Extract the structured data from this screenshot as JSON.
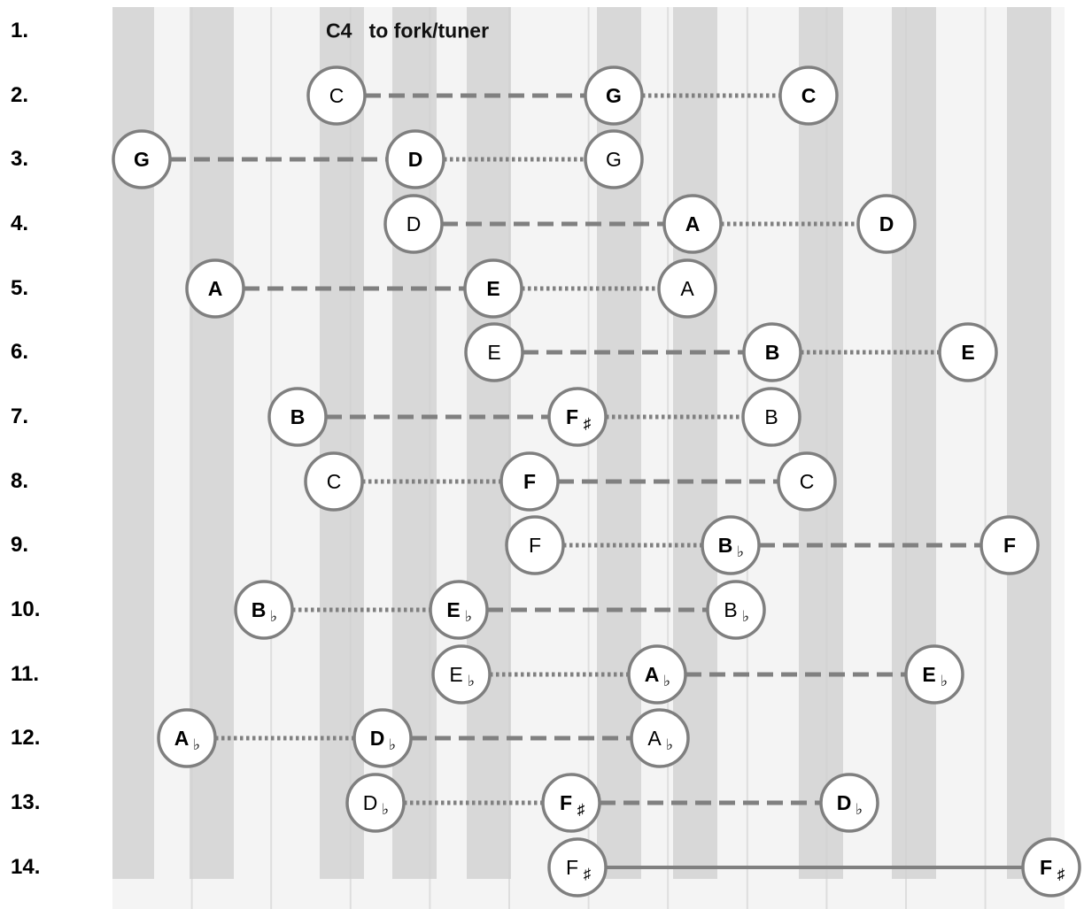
{
  "row_numbers": [
    "1.",
    "2.",
    "3.",
    "4.",
    "5.",
    "6.",
    "7.",
    "8.",
    "9.",
    "10.",
    "11.",
    "12.",
    "13.",
    "14."
  ],
  "header": {
    "note": "C4",
    "text": "to fork/tuner"
  },
  "colors": {
    "line": "#808080",
    "circle_stroke": "#7f7f7f",
    "circle_fill": "#ffffff",
    "text": "#000000",
    "white_keys": "#f4f4f4",
    "black_keys": "#cfcfcf"
  },
  "rows": [
    {
      "number": "2.",
      "notes": [
        {
          "name": "C",
          "accidental": "",
          "bold": false
        },
        {
          "name": "G",
          "accidental": "",
          "bold": true
        },
        {
          "name": "C",
          "accidental": "",
          "bold": true
        }
      ],
      "connectors": [
        "dashed",
        "dotted"
      ]
    },
    {
      "number": "3.",
      "notes": [
        {
          "name": "G",
          "accidental": "",
          "bold": true
        },
        {
          "name": "D",
          "accidental": "",
          "bold": true
        },
        {
          "name": "G",
          "accidental": "",
          "bold": false
        }
      ],
      "connectors": [
        "dashed",
        "dotted"
      ]
    },
    {
      "number": "4.",
      "notes": [
        {
          "name": "D",
          "accidental": "",
          "bold": false
        },
        {
          "name": "A",
          "accidental": "",
          "bold": true
        },
        {
          "name": "D",
          "accidental": "",
          "bold": true
        }
      ],
      "connectors": [
        "dashed",
        "dotted"
      ]
    },
    {
      "number": "5.",
      "notes": [
        {
          "name": "A",
          "accidental": "",
          "bold": true
        },
        {
          "name": "E",
          "accidental": "",
          "bold": true
        },
        {
          "name": "A",
          "accidental": "",
          "bold": false
        }
      ],
      "connectors": [
        "dashed",
        "dotted"
      ]
    },
    {
      "number": "6.",
      "notes": [
        {
          "name": "E",
          "accidental": "",
          "bold": false
        },
        {
          "name": "B",
          "accidental": "",
          "bold": true
        },
        {
          "name": "E",
          "accidental": "",
          "bold": true
        }
      ],
      "connectors": [
        "dashed",
        "dotted"
      ]
    },
    {
      "number": "7.",
      "notes": [
        {
          "name": "B",
          "accidental": "",
          "bold": true
        },
        {
          "name": "F",
          "accidental": "♯",
          "bold": true
        },
        {
          "name": "B",
          "accidental": "",
          "bold": false
        }
      ],
      "connectors": [
        "dashed",
        "dotted"
      ]
    },
    {
      "number": "8.",
      "notes": [
        {
          "name": "C",
          "accidental": "",
          "bold": false
        },
        {
          "name": "F",
          "accidental": "",
          "bold": true
        },
        {
          "name": "C",
          "accidental": "",
          "bold": false
        }
      ],
      "connectors": [
        "dotted",
        "dashed"
      ]
    },
    {
      "number": "9.",
      "notes": [
        {
          "name": "F",
          "accidental": "",
          "bold": false
        },
        {
          "name": "B",
          "accidental": "♭",
          "bold": true
        },
        {
          "name": "F",
          "accidental": "",
          "bold": true
        }
      ],
      "connectors": [
        "dotted",
        "dashed"
      ]
    },
    {
      "number": "10.",
      "notes": [
        {
          "name": "B",
          "accidental": "♭",
          "bold": true
        },
        {
          "name": "E",
          "accidental": "♭",
          "bold": true
        },
        {
          "name": "B",
          "accidental": "♭",
          "bold": false
        }
      ],
      "connectors": [
        "dotted",
        "dashed"
      ]
    },
    {
      "number": "11.",
      "notes": [
        {
          "name": "E",
          "accidental": "♭",
          "bold": false
        },
        {
          "name": "A",
          "accidental": "♭",
          "bold": true
        },
        {
          "name": "E",
          "accidental": "♭",
          "bold": true
        }
      ],
      "connectors": [
        "dotted",
        "dashed"
      ]
    },
    {
      "number": "12.",
      "notes": [
        {
          "name": "A",
          "accidental": "♭",
          "bold": true
        },
        {
          "name": "D",
          "accidental": "♭",
          "bold": true
        },
        {
          "name": "A",
          "accidental": "♭",
          "bold": false
        }
      ],
      "connectors": [
        "dotted",
        "dashed"
      ]
    },
    {
      "number": "13.",
      "notes": [
        {
          "name": "D",
          "accidental": "♭",
          "bold": false
        },
        {
          "name": "F",
          "accidental": "♯",
          "bold": true
        },
        {
          "name": "D",
          "accidental": "♭",
          "bold": true
        }
      ],
      "connectors": [
        "dotted",
        "dashed"
      ]
    },
    {
      "number": "14.",
      "notes": [
        {
          "name": "F",
          "accidental": "♯",
          "bold": false
        },
        {
          "name": "F",
          "accidental": "♯",
          "bold": true
        }
      ],
      "connectors": [
        "solid"
      ]
    }
  ]
}
